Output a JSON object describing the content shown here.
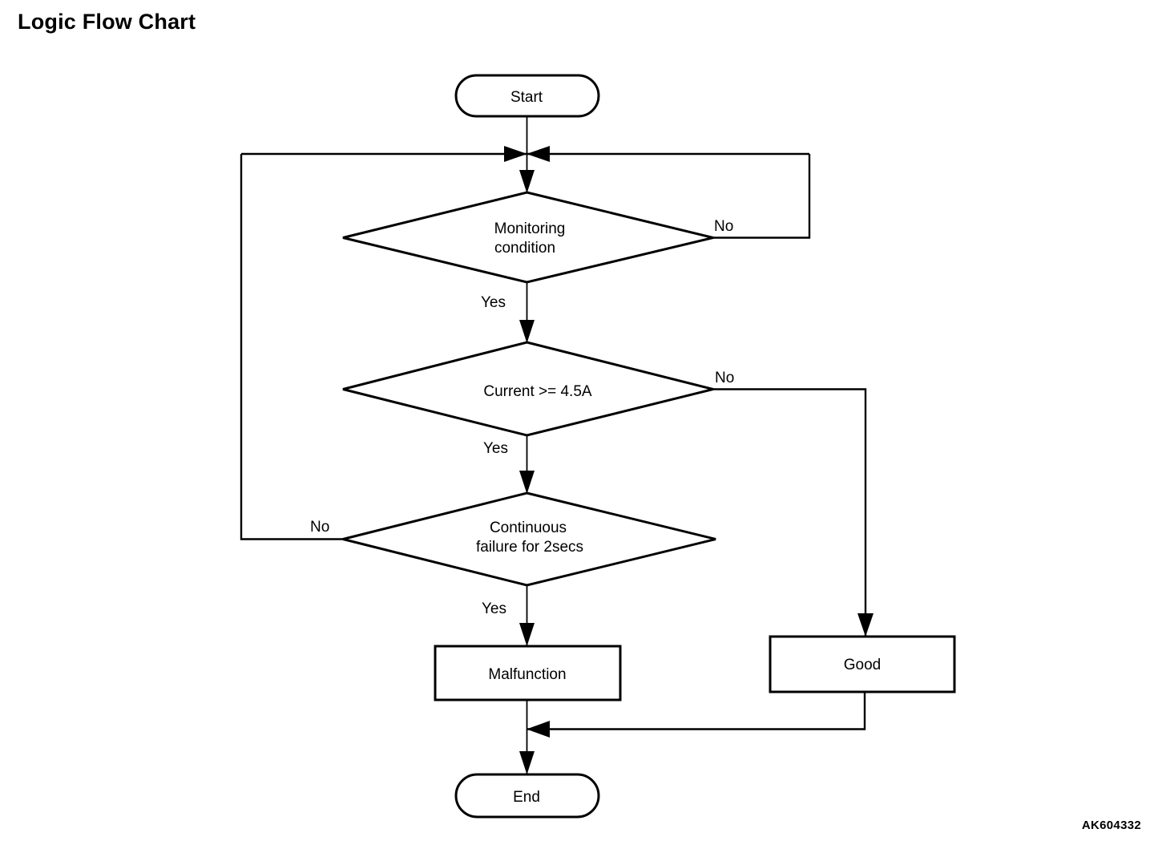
{
  "page": {
    "title": "Logic Flow Chart",
    "diagram_code": "AK604332",
    "background_color": "#ffffff",
    "line_color": "#000000"
  },
  "chart_data": {
    "type": "diagram",
    "diagram_kind": "flowchart",
    "title": "Logic Flow Chart",
    "nodes": [
      {
        "id": "start",
        "shape": "terminator",
        "label": "Start"
      },
      {
        "id": "monitoring",
        "shape": "decision",
        "label_line1": "Monitoring",
        "label_line2": "condition"
      },
      {
        "id": "current",
        "shape": "decision",
        "label": "Current >= 4.5A"
      },
      {
        "id": "continuous",
        "shape": "decision",
        "label_line1": "Continuous",
        "label_line2": "failure for 2secs"
      },
      {
        "id": "malfunction",
        "shape": "process",
        "label": "Malfunction"
      },
      {
        "id": "good",
        "shape": "process",
        "label": "Good"
      },
      {
        "id": "end",
        "shape": "terminator",
        "label": "End"
      }
    ],
    "edges": [
      {
        "from": "start",
        "to": "monitoring",
        "label": ""
      },
      {
        "from": "monitoring",
        "to": "current",
        "label": "Yes"
      },
      {
        "from": "monitoring",
        "to": "monitoring",
        "label": "No"
      },
      {
        "from": "current",
        "to": "continuous",
        "label": "Yes"
      },
      {
        "from": "current",
        "to": "good",
        "label": "No"
      },
      {
        "from": "continuous",
        "to": "malfunction",
        "label": "Yes"
      },
      {
        "from": "continuous",
        "to": "monitoring",
        "label": "No"
      },
      {
        "from": "malfunction",
        "to": "end",
        "label": ""
      },
      {
        "from": "good",
        "to": "end",
        "label": ""
      }
    ]
  },
  "nodes": {
    "start": {
      "label": "Start"
    },
    "monitoring": {
      "line1": "Monitoring",
      "line2": "condition"
    },
    "current": {
      "label": "Current >= 4.5A"
    },
    "continuous": {
      "line1": "Continuous",
      "line2": "failure for 2secs"
    },
    "malfunction": {
      "label": "Malfunction"
    },
    "good": {
      "label": "Good"
    },
    "end": {
      "label": "End"
    }
  },
  "labels": {
    "monitoring_no": "No",
    "monitoring_yes": "Yes",
    "current_no": "No",
    "current_yes": "Yes",
    "continuous_no": "No",
    "continuous_yes": "Yes"
  }
}
